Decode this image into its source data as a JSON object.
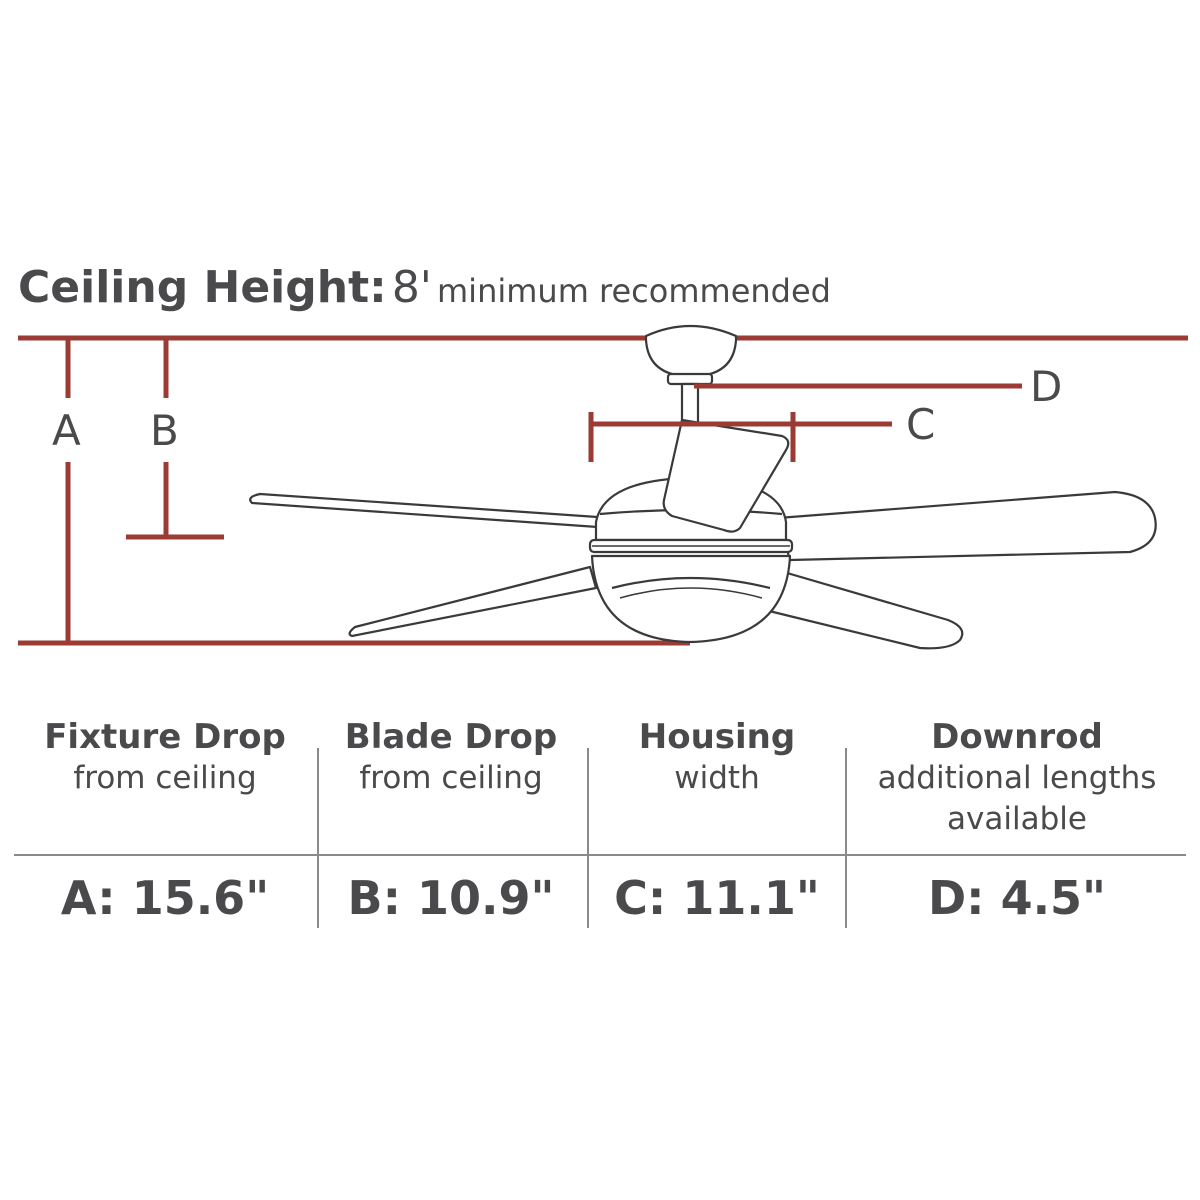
{
  "title": {
    "bold": "Ceiling Height:",
    "value": "8'",
    "note": "minimum recommended"
  },
  "labels": {
    "a": "A",
    "b": "B",
    "c": "C",
    "d": "D"
  },
  "colors": {
    "dimension": "#9b3b33",
    "text": "#4a4a4c",
    "outline": "#3a3a3a",
    "divider": "#8a8a8c"
  },
  "specs": [
    {
      "heading": "Fixture Drop",
      "sub1": "from ceiling",
      "sub2": "",
      "value": "A: 15.6\""
    },
    {
      "heading": "Blade Drop",
      "sub1": "from ceiling",
      "sub2": "",
      "value": "B: 10.9\""
    },
    {
      "heading": "Housing",
      "sub1": "width",
      "sub2": "",
      "value": "C: 11.1\""
    },
    {
      "heading": "Downrod",
      "sub1": "additional lengths",
      "sub2": "available",
      "value": "D: 4.5\""
    }
  ]
}
